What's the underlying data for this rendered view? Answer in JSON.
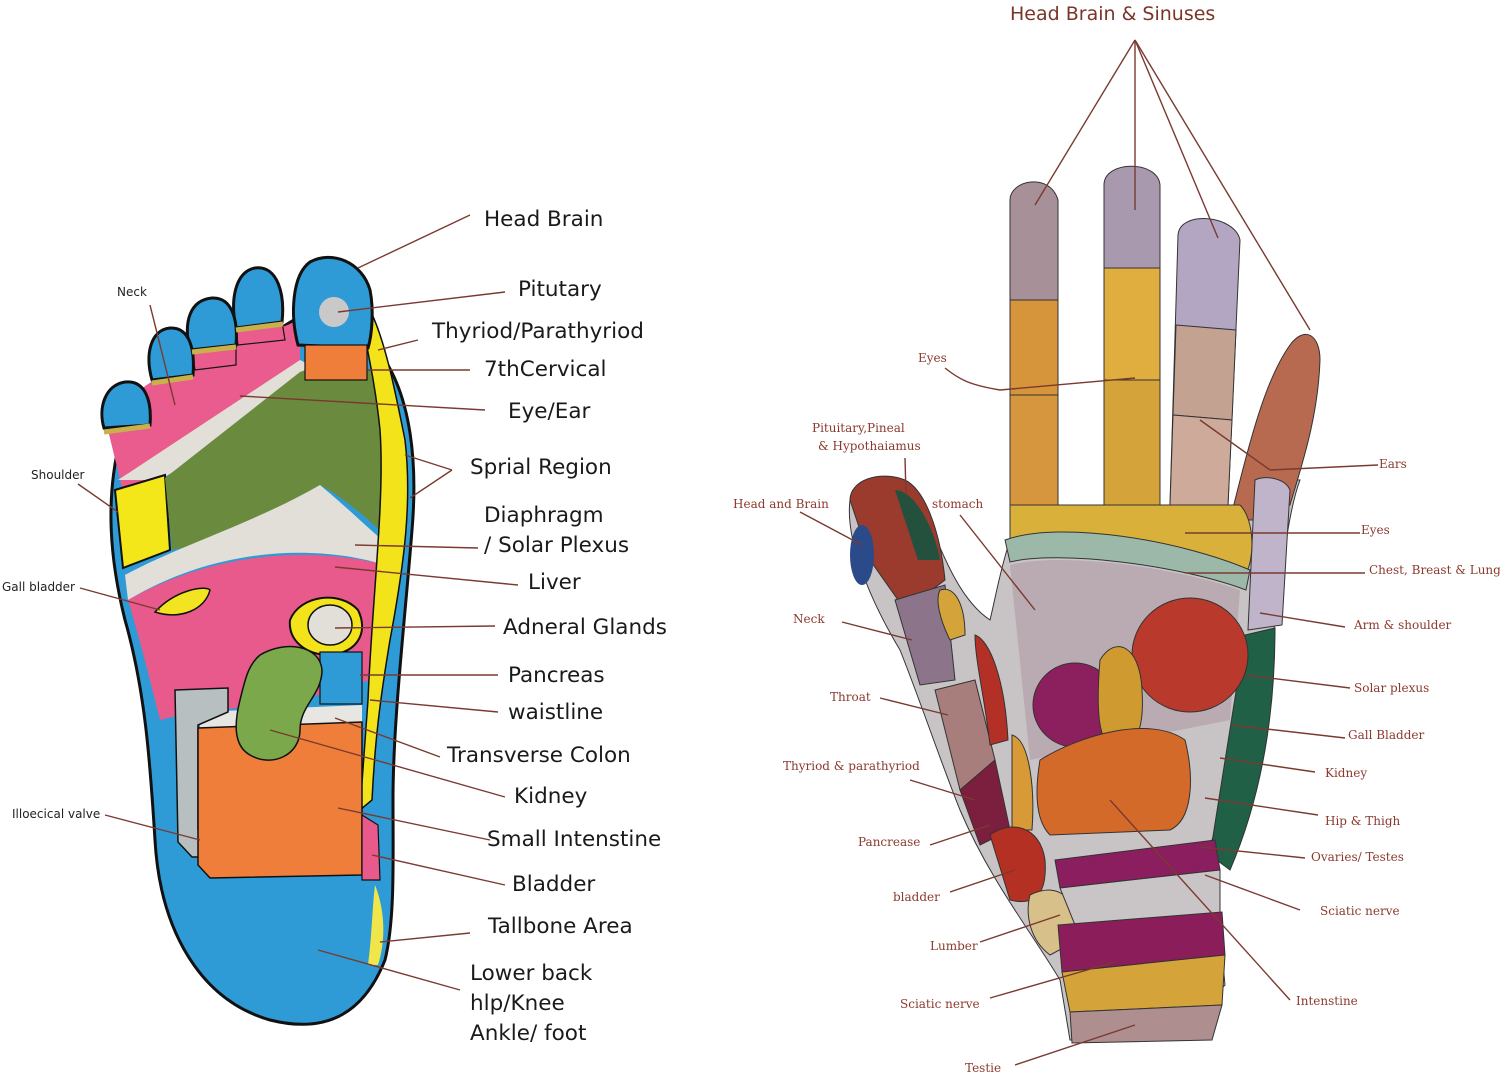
{
  "foot": {
    "labels": {
      "head_brain": "Head Brain",
      "pitutary": "Pitutary",
      "thyroid": "Thyriod/Parathyriod",
      "cervical": "7thCervical",
      "eye_ear": "Eye/Ear",
      "spinal": "Sprial Region",
      "diaphragm_1": "Diaphragm",
      "diaphragm_2": "/ Solar Plexus",
      "liver": "Liver",
      "adrenal": "Adneral Glands",
      "pancreas": "Pancreas",
      "waistline": "waistline",
      "transverse": "Transverse Colon",
      "kidney": "Kidney",
      "small_int": "Small Intenstine",
      "bladder": "Bladder",
      "tailbone": "Tallbone Area",
      "lower_back": "Lower back",
      "hip_knee": "hlp/Knee",
      "ankle": "Ankle/ foot",
      "neck": "Neck",
      "shoulder": "Shoulder",
      "gall": "Gall bladder",
      "ileocecal": "Illoecical valve"
    }
  },
  "hand": {
    "title": "Head  Brain & Sinuses",
    "labels": {
      "eyes_top": "Eyes",
      "pituitary_1": "Pituitary,Pineal",
      "pituitary_2": "& Hypothaiamus",
      "head_brain": "Head and Brain",
      "stomach": "stomach",
      "neck": "Neck",
      "throat": "Throat",
      "thyroid": "Thyriod & parathyriod",
      "pancreas": "Pancrease",
      "bladder": "bladder",
      "lumber": "Lumber",
      "sciatic_left": "Sciatic nerve",
      "testie": "Testie",
      "ears": "Ears",
      "eyes_right": "Eyes",
      "chest": "Chest, Breast & Lungs",
      "arm": "Arm & shoulder",
      "solar": "Solar plexus",
      "gall": "Gall Bladder",
      "kidney": "Kidney",
      "hip": "Hip & Thigh",
      "ovaries": "Ovaries/ Testes",
      "sciatic_right": "Sciatic nerve",
      "intestine": "Intenstine"
    }
  }
}
